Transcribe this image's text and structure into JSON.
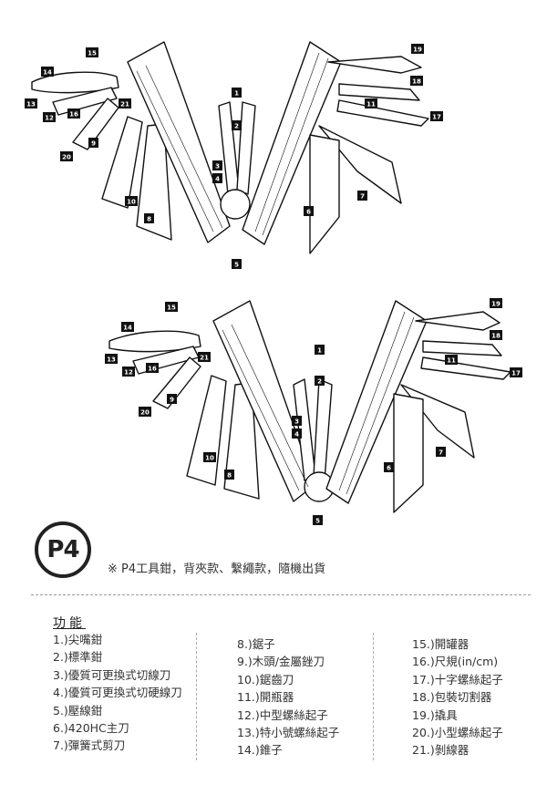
{
  "callouts": [
    "1",
    "2",
    "3",
    "4",
    "5",
    "6",
    "7",
    "8",
    "9",
    "10",
    "11",
    "12",
    "13",
    "14",
    "15",
    "16",
    "17",
    "18",
    "19",
    "20",
    "21"
  ],
  "model_badge": "P4",
  "note": "※ P4工具鉗，背夾款、繫繩款，隨機出貨",
  "features_title": "功能",
  "features": {
    "col1": [
      "1.)尖嘴鉗",
      "2.)標準鉗",
      "3.)優質可更換式切線刀",
      "4.)優質可更換式切硬線刀",
      "5.)壓線鉗",
      "6.)420HC主刀",
      "7.)彈簧式剪刀"
    ],
    "col2": [
      "8.)鋸子",
      "9.)木頭/金屬銼刀",
      "10.)鋸齒刀",
      "11.)開瓶器",
      "12.)中型螺絲起子",
      "13.)特小號螺絲起子",
      "14.)錐子"
    ],
    "col3": [
      "15.)開罐器",
      "16.)尺規(in/cm)",
      "17.)十字螺絲起子",
      "18.)包裝切割器",
      "19.)撬具",
      "20.)小型螺絲起子",
      "21.)剝線器"
    ]
  }
}
